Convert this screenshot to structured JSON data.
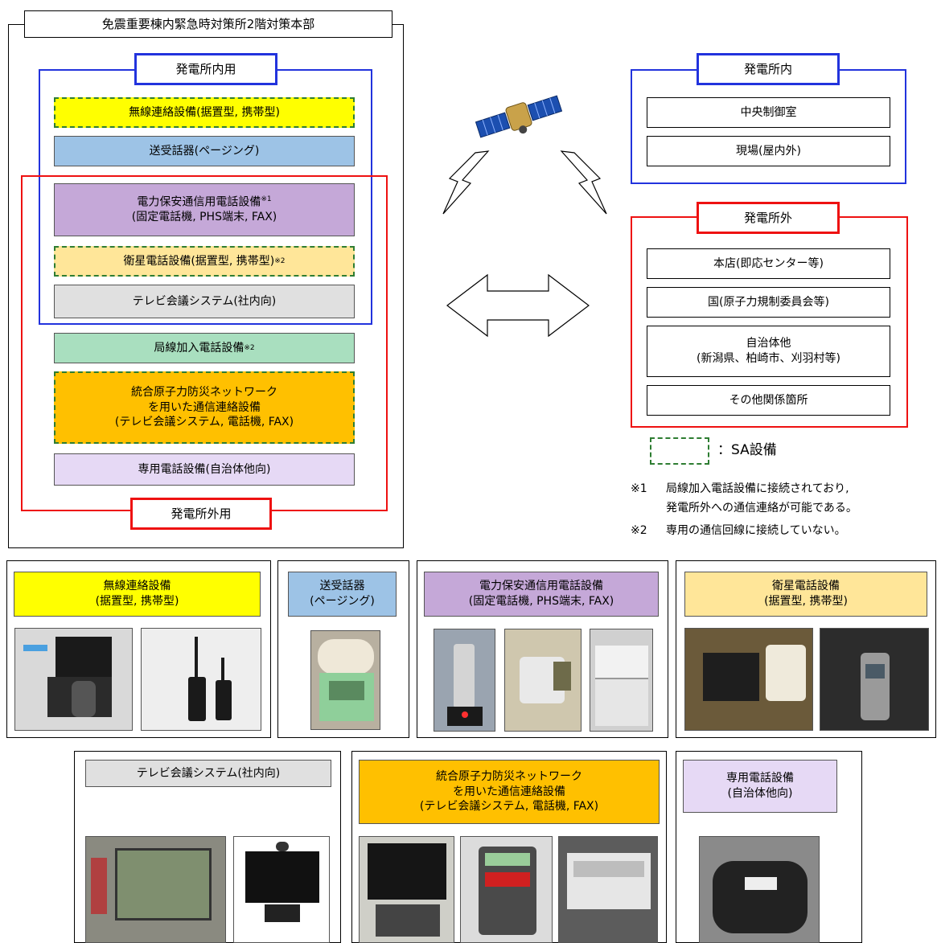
{
  "main_title": "免震重要棟内緊急時対策所2階対策本部",
  "onsite_use_label": "発電所内用",
  "offsite_use_label": "発電所外用",
  "equipment": {
    "radio": "無線連絡設備(据置型, 携帯型)",
    "paging": "送受話器(ページング)",
    "security_phone_line1": "電力保安通信用電話設備",
    "security_phone_note": "※1",
    "security_phone_line2": "(固定電話機, PHS端末, FAX)",
    "satellite": "衛星電話設備(据置型, 携帯型)",
    "satellite_note": "※2",
    "tv_conf": "テレビ会議システム(社内向)",
    "local_line": "局線加入電話設備",
    "local_line_note": "※2",
    "nuclear_net_line1": "統合原子力防災ネットワーク",
    "nuclear_net_line2": "を用いた通信連絡設備",
    "nuclear_net_line3": "(テレビ会議システム, 電話機, FAX)",
    "dedicated": "専用電話設備(自治体他向)"
  },
  "onsite": {
    "title": "発電所内",
    "items": [
      "中央制御室",
      "現場(屋内外)"
    ]
  },
  "offsite": {
    "title": "発電所外",
    "item1": "本店(即応センター等)",
    "item2": "国(原子力規制委員会等)",
    "item3_line1": "自治体他",
    "item3_line2": "(新潟県、柏崎市、刈羽村等)",
    "item4": "その他関係箇所"
  },
  "legend": {
    "label": "：SA設備"
  },
  "notes": {
    "n1_mark": "※1",
    "n1_line1": "局線加入電話設備に接続されており,",
    "n1_line2": "発電所外への通信連絡が可能である。",
    "n2_mark": "※2",
    "n2_line1": "専用の通信回線に接続していない。"
  },
  "panels": {
    "radio": {
      "line1": "無線連絡設備",
      "line2": "(据置型, 携帯型)"
    },
    "paging": {
      "line1": "送受話器",
      "line2": "(ページング)"
    },
    "security": {
      "line1": "電力保安通信用電話設備",
      "line2": "(固定電話機, PHS端末, FAX)"
    },
    "satellite": {
      "line1": "衛星電話設備",
      "line2": "(据置型, 携帯型)"
    },
    "tv": {
      "line1": "テレビ会議システム(社内向)"
    },
    "nuclear": {
      "line1": "統合原子力防災ネットワーク",
      "line2": "を用いた通信連絡設備",
      "line3": "(テレビ会議システム, 電話機, FAX)"
    },
    "dedicated": {
      "line1": "専用電話設備",
      "line2": "(自治体他向)"
    }
  },
  "colors": {
    "radio": "#ffff00",
    "paging": "#9dc3e6",
    "security": "#c5a8d8",
    "satellite": "#ffe699",
    "tv": "#e0e0e0",
    "local_line": "#a9dfbf",
    "nuclear": "#ffc000",
    "dedicated": "#e6d9f5",
    "blue_frame": "#2233dd",
    "red_frame": "#ee1111",
    "sa_dash": "#2e7d32"
  }
}
